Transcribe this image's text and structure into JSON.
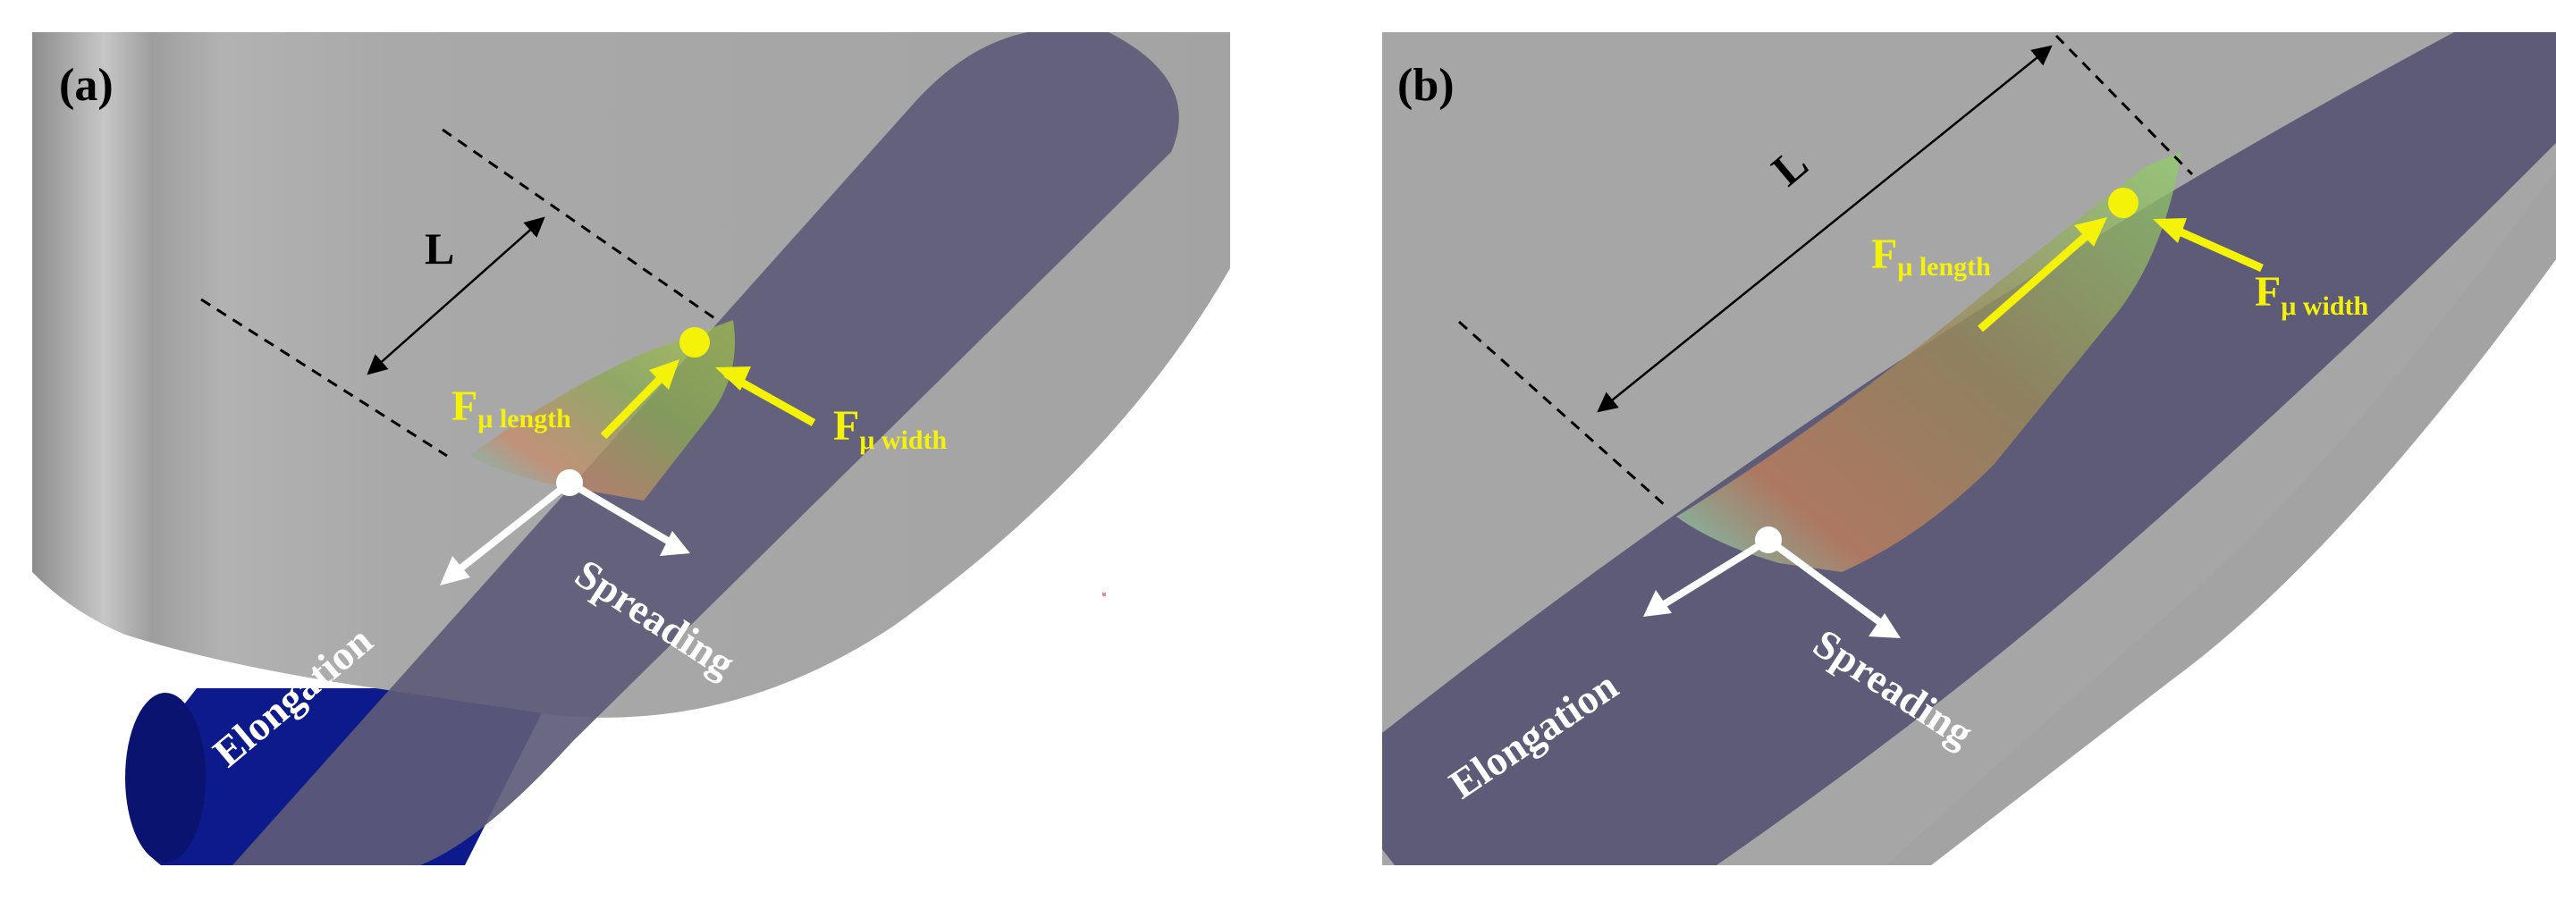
{
  "panels": [
    {
      "label": "(a)",
      "length_symbol": "L",
      "force_length": {
        "main": "F",
        "sub": "μ length"
      },
      "force_width": {
        "main": "F",
        "sub": "μ width"
      },
      "direction_elongation": "Elongation",
      "direction_spreading": "Spreading"
    },
    {
      "label": "(b)",
      "length_symbol": "L",
      "force_length": {
        "main": "F",
        "sub": "μ length"
      },
      "force_width": {
        "main": "F",
        "sub": "μ width"
      },
      "direction_elongation": "Elongation",
      "direction_spreading": "Spreading"
    }
  ],
  "colors": {
    "background": "#ffffff",
    "drum_gray": "#a6a6a6",
    "drum_dark": "#8f8f8f",
    "drum_highlight": "#bdbdbd",
    "strip_slate": "#5d5b78",
    "cylinder_blue": "#0d1a8c",
    "force_yellow": "#f5f20a",
    "arrow_white": "#ffffff",
    "dim_black": "#000000"
  }
}
